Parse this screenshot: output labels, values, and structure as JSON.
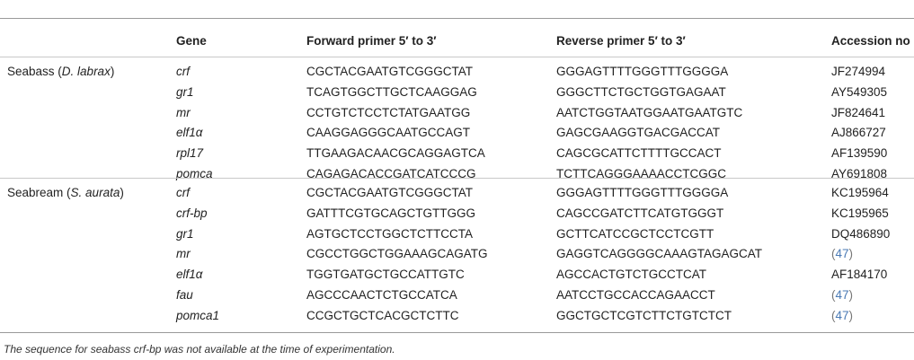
{
  "headers": {
    "gene": "Gene",
    "forward": "Forward primer 5′ to 3′",
    "reverse": "Reverse primer 5′ to 3′",
    "accession": "Accession no"
  },
  "groups": [
    {
      "label_prefix": "Seabass (",
      "label_species": "D. labrax",
      "label_suffix": ")",
      "rows": [
        {
          "gene": "crf",
          "forward": "CGCTACGAATGTCGGGCTAT",
          "reverse": "GGGAGTTTTGGGTTTGGGGA",
          "accession": "JF274994"
        },
        {
          "gene": "gr1",
          "forward": "TCAGTGGCTTGCTCAAGGAG",
          "reverse": "GGGCTTCTGCTGGTGAGAAT",
          "accession": "AY549305"
        },
        {
          "gene": "mr",
          "forward": "CCTGTCTCCTCTATGAATGG",
          "reverse": "AATCTGGTAATGGAATGAATGTC",
          "accession": "JF824641"
        },
        {
          "gene": "elf1α",
          "forward": "CAAGGAGGGCAATGCCAGT",
          "reverse": "GAGCGAAGGTGACGACCAT",
          "accession": "AJ866727"
        },
        {
          "gene": "rpl17",
          "forward": "TTGAAGACAACGCAGGAGTCA",
          "reverse": "CAGCGCATTCTTTTGCCACT",
          "accession": "AF139590"
        },
        {
          "gene": "pomca",
          "forward": "CAGAGACACCGATCATCCCG",
          "reverse": "TCTTCAGGGAAAACCTCGGC",
          "accession": "AY691808"
        }
      ]
    },
    {
      "label_prefix": "Seabream (",
      "label_species": "S. aurata",
      "label_suffix": ")",
      "rows": [
        {
          "gene": "crf",
          "forward": "CGCTACGAATGTCGGGCTAT",
          "reverse": "GGGAGTTTTGGGTTTGGGGA",
          "accession": "KC195964"
        },
        {
          "gene": "crf-bp",
          "forward": "GATTTCGTGCAGCTGTTGGG",
          "reverse": "CAGCCGATCTTCATGTGGGT",
          "accession": "KC195965"
        },
        {
          "gene": "gr1",
          "forward": "AGTGCTCCTGGCTCTTCCTA",
          "reverse": "GCTTCATCCGCTCCTCGTT",
          "accession": "DQ486890"
        },
        {
          "gene": "mr",
          "forward": "CGCCTGGCTGGAAAGCAGATG",
          "reverse": "GAGGTCAGGGGCAAAGTAGAGCAT",
          "accession_ref": "47"
        },
        {
          "gene": "elf1α",
          "forward": "TGGTGATGCTGCCATTGTC",
          "reverse": "AGCCACTGTCTGCCTCAT",
          "accession": "AF184170"
        },
        {
          "gene": "fau",
          "forward": "AGCCCAACTCTGCCATCA",
          "reverse": "AATCCTGCCACCAGAACCT",
          "accession_ref": "47"
        },
        {
          "gene": "pomca1",
          "forward": "CCGCTGCTCACGCTCTTC",
          "reverse": "GGCTGCTCGTCTTCTGTCTCT",
          "accession_ref": "47"
        }
      ]
    }
  ],
  "footnote": "The sequence for seabass crf-bp was not available at the time of experimentation."
}
